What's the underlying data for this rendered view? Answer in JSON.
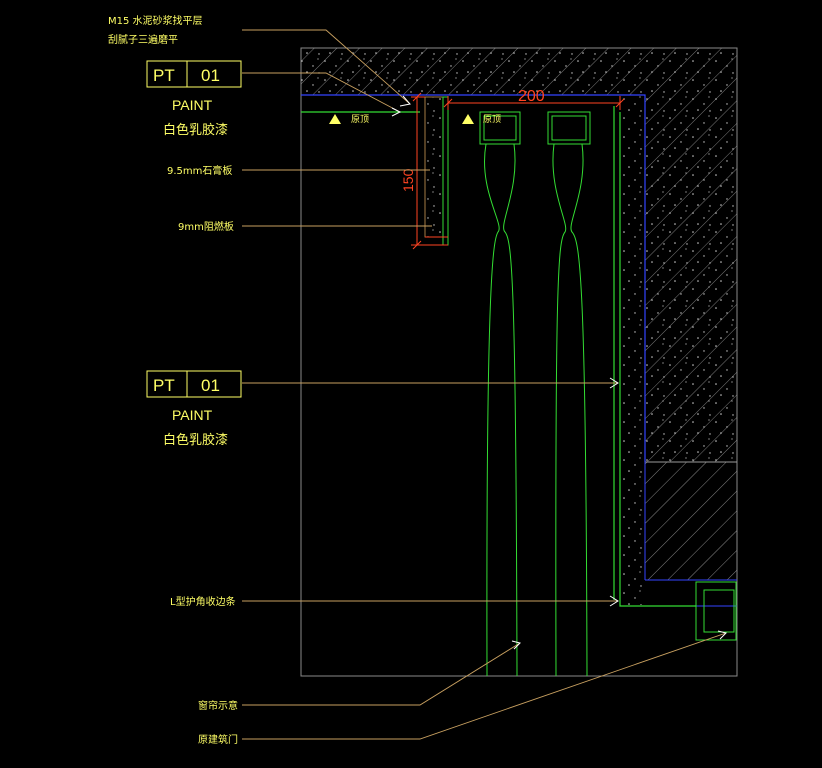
{
  "notes": {
    "screed_line1": "M15 水泥砂浆找平层",
    "screed_line2": "刮腻子三遍磨平",
    "gypsum": "9.5mm石膏板",
    "plywood": "9mm阻燃板",
    "l_trim": "L型护角收边条",
    "curtain": "窗帘示意",
    "window": "原建筑门"
  },
  "tag_top": {
    "code": "PT",
    "num": "01",
    "name": "PAINT",
    "desc": "白色乳胶漆"
  },
  "tag_mid": {
    "code": "PT",
    "num": "01",
    "name": "PAINT",
    "desc": "白色乳胶漆"
  },
  "dims": {
    "width": "200",
    "height": "150"
  },
  "level": {
    "left": "原顶",
    "right": "原顶"
  },
  "colors": {
    "text": "#ffff66",
    "leader": "#c8a060",
    "dim": "#ff4422",
    "green": "#33dd33",
    "blue": "#3344ff",
    "frame": "#9a9a9a",
    "hatch": "#a8a8a8"
  }
}
